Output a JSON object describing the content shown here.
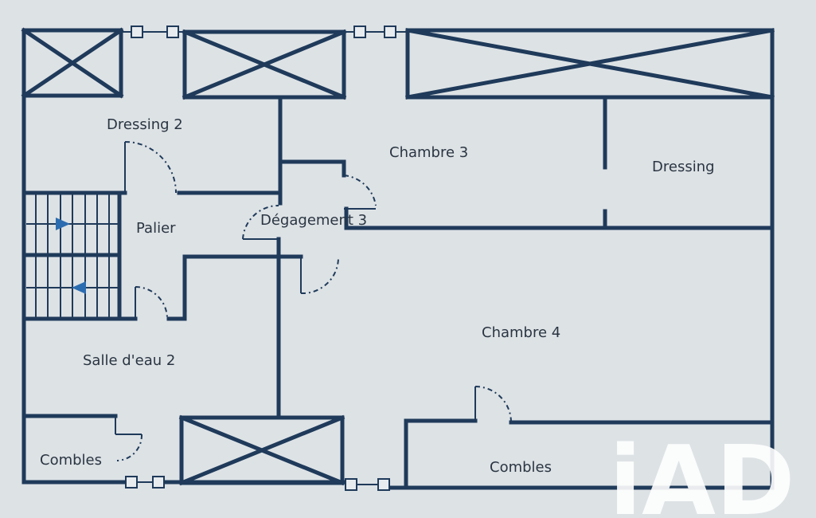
{
  "plan": {
    "rooms": {
      "dressing2": "Dressing 2",
      "chambre3": "Chambre 3",
      "dressing": "Dressing",
      "palier": "Palier",
      "degagement3": "Dégagement 3",
      "chambre4": "Chambre 4",
      "salle_eau2": "Salle d'eau 2",
      "combles_left": "Combles",
      "combles_right": "Combles"
    },
    "logo": "iAD"
  },
  "colors": {
    "wall": "#1f3a5a",
    "background": "#dde2e5",
    "stair_arrow": "#2b6cb0"
  }
}
